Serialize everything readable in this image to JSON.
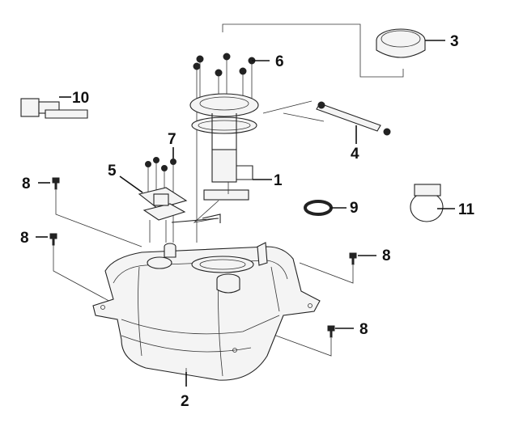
{
  "labels": {
    "p1": "1",
    "p2": "2",
    "p3": "3",
    "p4": "4",
    "p5": "5",
    "p6": "6",
    "p7": "7",
    "p8a": "8",
    "p8b": "8",
    "p8c": "8",
    "p8d": "8",
    "p9": "9",
    "p10": "10",
    "p11": "11"
  }
}
